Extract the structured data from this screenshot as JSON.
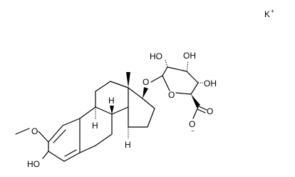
{
  "labels": {
    "counter_ion": "K",
    "counter_ion_charge": "+",
    "methoxy_o": "O",
    "phenol_oh": "HO",
    "h9": "H",
    "h8": "H",
    "h14": "H",
    "glycosidic_o": "O",
    "ring_o": "O",
    "oh_c2": "HO",
    "oh_c3": "OH",
    "oh_c4": "OH",
    "carboxylate_o": "O",
    "carboxylate_charge": "−"
  }
}
